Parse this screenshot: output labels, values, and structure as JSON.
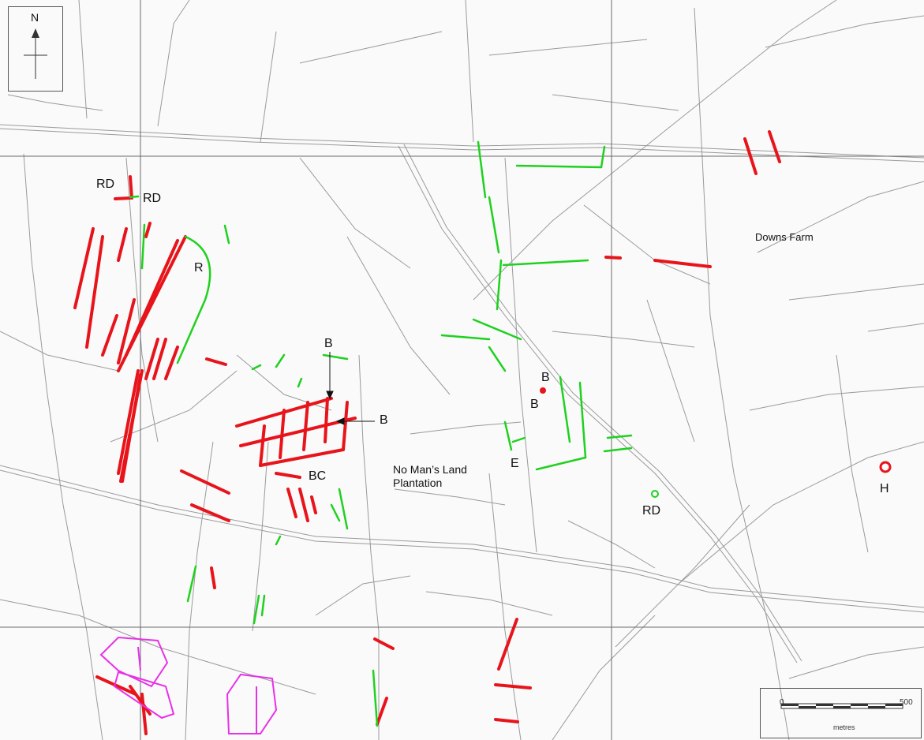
{
  "north": {
    "letter": "N"
  },
  "labels": {
    "rd1": "RD",
    "rd2": "RD",
    "rd3": "RD",
    "r": "R",
    "b1": "B",
    "b2": "B",
    "b3": "B",
    "b4": "B",
    "bc": "BC",
    "e": "E",
    "h": "H",
    "downs_farm": "Downs Farm",
    "no_mans_land_1": "No Man’s Land",
    "no_mans_land_2": "Plantation"
  },
  "scale": {
    "start": "0",
    "end": "500",
    "unit": "metres"
  },
  "colors": {
    "red_feature": "#e8141b",
    "green_feature": "#1fd11f",
    "magenta_feature": "#e830e8",
    "base_lines": "#8a8a8a",
    "grid_lines": "#6a6a6a"
  }
}
